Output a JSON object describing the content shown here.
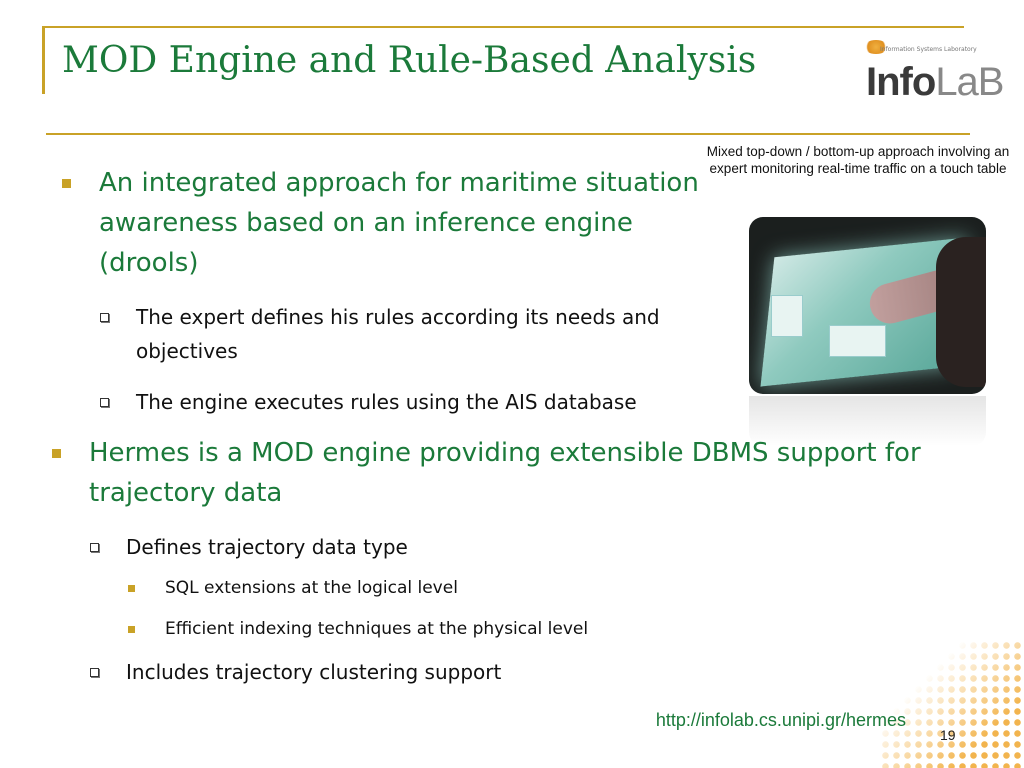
{
  "slide": {
    "title": "MOD Engine and Rule-Based Analysis",
    "logo": {
      "tagline": "Information Systems Laboratory",
      "word_a": "Info",
      "word_b": "LaB"
    },
    "caption": "Mixed top-down / bottom-up approach involving an expert monitoring real-time traffic on a touch table",
    "bullets": [
      {
        "text": "An integrated approach for maritime situation awareness based on an inference engine (drools)",
        "children": [
          {
            "text": "The expert defines his rules according its needs and objectives"
          },
          {
            "text": "The engine executes rules using the AIS database"
          }
        ]
      },
      {
        "text": "Hermes is a MOD engine providing extensible DBMS support for trajectory data",
        "children": [
          {
            "text": "Defines trajectory data type",
            "children": [
              {
                "text": "SQL extensions at the logical level"
              },
              {
                "text": "Efficient indexing techniques at the physical level"
              }
            ]
          },
          {
            "text": "Includes trajectory clustering support"
          }
        ]
      }
    ],
    "footer_url": "http://infolab.cs.unipi.gr/hermes",
    "page_number": "19"
  },
  "colors": {
    "accent_gold": "#c9a227",
    "title_green": "#1b7a3a"
  }
}
